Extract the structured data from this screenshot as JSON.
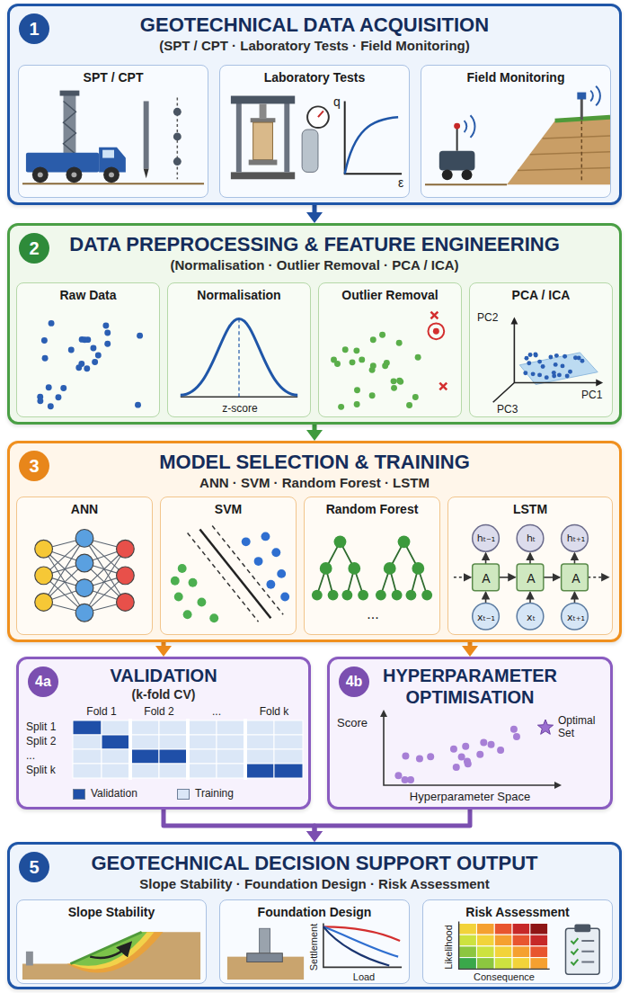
{
  "diagram": {
    "nodes": [
      {
        "text": [
          "1",
          "GEOTECHNICAL DATA ACQUISITION",
          "(SPT / CPT · Laboratory Tests · Field Monitoring)"
        ]
      },
      {
        "text": [
          "SPT / CPT"
        ],
        "in": 0
      },
      {
        "text": [
          "Laboratory Tests"
        ],
        "in": 0
      },
      {
        "text": [
          "Field Monitoring"
        ],
        "in": 0
      },
      {
        "text": [
          "2",
          "DATA PREPROCESSING & FEATURE ENGINEERING",
          "(Normalisation · Outlier Removal · PCA / ICA)"
        ]
      },
      {
        "text": [
          "Raw Data"
        ],
        "in": 4
      },
      {
        "text": [
          "Normalisation"
        ],
        "in": 4
      },
      {
        "text": [
          "Outlier Removal"
        ],
        "in": 4
      },
      {
        "text": [
          "PCA / ICA"
        ],
        "in": 4
      },
      {
        "text": [
          "3",
          "MODEL SELECTION & TRAINING",
          "ANN · SVM · Random Forest · LSTM"
        ]
      },
      {
        "text": [
          "ANN"
        ],
        "in": 9
      },
      {
        "text": [
          "SVM"
        ],
        "in": 9
      },
      {
        "text": [
          "Random Forest"
        ],
        "in": 9
      },
      {
        "text": [
          "LSTM"
        ],
        "in": 9
      },
      {
        "text": [
          "4a",
          "VALIDATION",
          "(k-fold CV)"
        ]
      },
      {
        "text": [
          "4b",
          "HYPERPARAMETER OPTIMISATION"
        ]
      },
      {
        "text": [
          "5",
          "GEOTECHNICAL DECISION SUPPORT OUTPUT",
          "Slope Stability · Foundation Design · Risk Assessment"
        ]
      },
      {
        "text": [
          "Slope Stability"
        ],
        "in": 16
      },
      {
        "text": [
          "Foundation Design"
        ],
        "in": 16
      },
      {
        "text": [
          "Risk Assessment"
        ],
        "in": 16
      }
    ],
    "edges": [
      {
        "from": 0,
        "to": 4,
        "arrow": "to"
      },
      {
        "from": 4,
        "to": 9,
        "arrow": "to"
      },
      {
        "from": 9,
        "to": 14,
        "arrow": "to"
      },
      {
        "from": 9,
        "to": 15,
        "arrow": "to"
      },
      {
        "from": 14,
        "to": 16,
        "arrow": "to"
      },
      {
        "from": 15,
        "to": 16,
        "arrow": "to"
      }
    ],
    "labels": [
      "q",
      "ε",
      "z-score",
      "PC2",
      "PC1",
      "PC3",
      "...",
      "hₜ₋₁",
      "hₜ",
      "hₜ₊₁",
      "A",
      "A",
      "A",
      "xₜ₋₁",
      "xₜ",
      "xₜ₊₁",
      "Fold 1",
      "Fold 2",
      "...",
      "Fold k",
      "Split 1",
      "Split 2",
      "...",
      "Split k",
      "Score",
      "Optimal Set",
      "Hyperparameter Space",
      "Settlement",
      "Load",
      "Likelihood",
      "Consequence"
    ],
    "legend": [
      {
        "text": "Validation",
        "color": "#1f4fa8"
      },
      {
        "text": "Training",
        "color": "#dbe7f7"
      }
    ]
  }
}
